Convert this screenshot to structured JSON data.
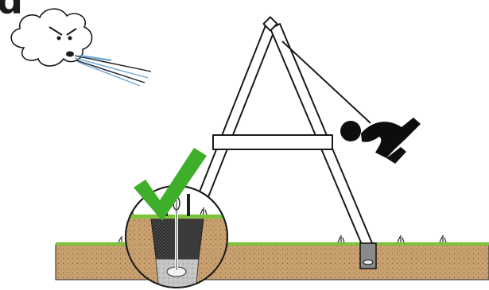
{
  "diagram": {
    "corner_text": "d",
    "elements": {
      "wind_cloud": "angry-cloud-icon",
      "swing_set": "a-frame-swing-set",
      "child": "child-on-swing-icon",
      "anchor_detail": "ground-anchor-cutaway",
      "approval": "check-mark-icon"
    },
    "colors": {
      "check_green": "#3fae2a",
      "grass_green": "#7cc23a",
      "soil": "#c9a070",
      "concrete": "#b8b8b8",
      "wind": "#6aa7d8",
      "ink": "#111111"
    }
  }
}
